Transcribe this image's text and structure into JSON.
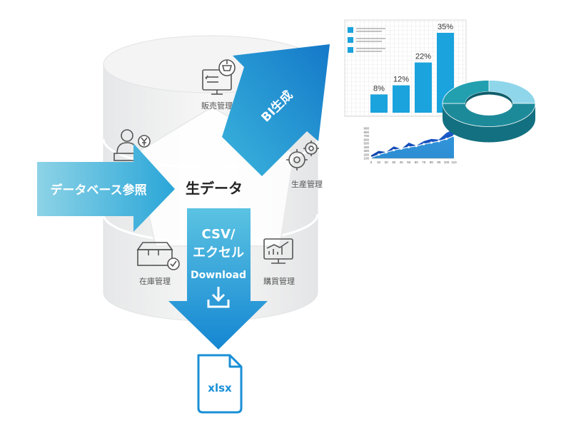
{
  "center_label": "生データ",
  "modules": {
    "sales": "販売管理",
    "production": "生産管理",
    "purchasing": "購買管理",
    "inventory": "在庫管理"
  },
  "arrows": {
    "db_reference": "データベース参照",
    "bi": "BI生成",
    "csv_line1": "CSV/",
    "csv_line2": "エクセル",
    "download": "Download"
  },
  "file_icon": {
    "label": "xlsx"
  },
  "colors": {
    "arrow_left": "#5bc0d8",
    "arrow_right": "#1a8fd6",
    "bar": "#1aa3dd",
    "donut_light": "#8fd6ea",
    "donut_dark": "#1d8a9a",
    "cylinder": "#f1f2f2"
  },
  "chart_data": [
    {
      "type": "bar",
      "categories": [
        "",
        "",
        "",
        ""
      ],
      "values": [
        8,
        12,
        22,
        35
      ],
      "data_labels": [
        "8%",
        "12%",
        "22%",
        "35%"
      ],
      "ylim": [
        0,
        40
      ],
      "grid": true,
      "legend_items": 3
    },
    {
      "type": "area",
      "x": [
        0,
        10,
        20,
        30,
        40,
        50,
        60,
        70,
        80,
        90,
        100,
        110
      ],
      "x_tick_labels": [
        "0",
        "10",
        "20",
        "30",
        "40",
        "50",
        "60",
        "70",
        "80",
        "90",
        "100",
        "110"
      ],
      "y_tick_labels": [
        "100",
        "200",
        "300",
        "400",
        "500",
        "600",
        "700",
        "800",
        "900"
      ],
      "ylim": [
        100,
        900
      ],
      "series": [
        {
          "values": [
            180,
            300,
            270,
            420,
            350,
            520,
            440,
            560,
            620,
            600,
            780,
            880
          ]
        },
        {
          "values": [
            120,
            200,
            260,
            320,
            360,
            400,
            430,
            480,
            520,
            560,
            620,
            700
          ]
        }
      ]
    },
    {
      "type": "pie",
      "style": "3d-donut",
      "values": [
        25,
        50,
        25
      ]
    }
  ]
}
